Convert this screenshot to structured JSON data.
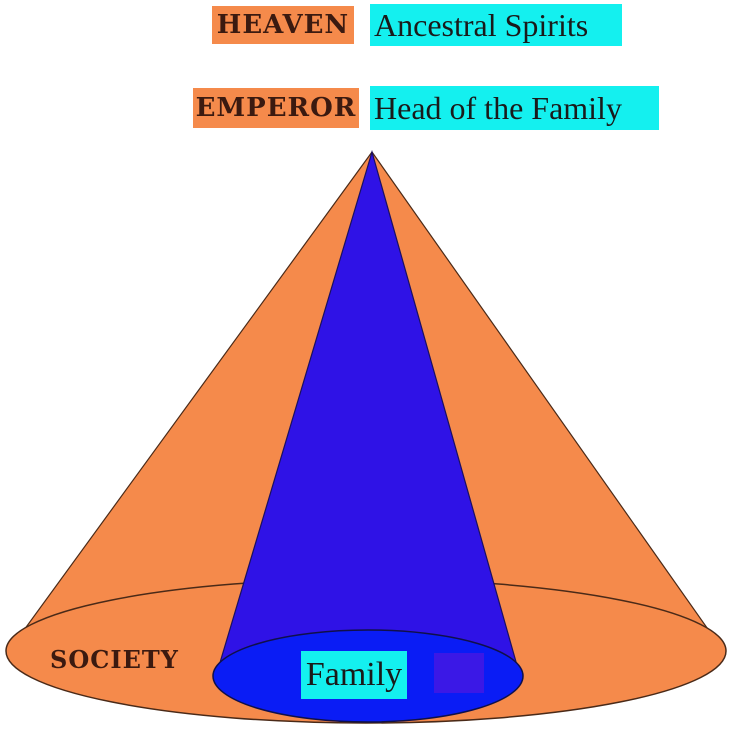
{
  "labels": {
    "heaven": "HEAVEN",
    "ancestral_spirits": "Ancestral Spirits",
    "emperor": "EMPEROR",
    "head_of_family": "Head of the Family",
    "society": "SOCIETY",
    "family": "Family"
  },
  "colors": {
    "outer_cone": "#f58a4b",
    "inner_cone": "#2f12e6",
    "inner_base": "#0a1cf5",
    "label_orange": "#f58a4b",
    "label_cyan": "#14f0ef",
    "small_square": "#3b18e6"
  }
}
